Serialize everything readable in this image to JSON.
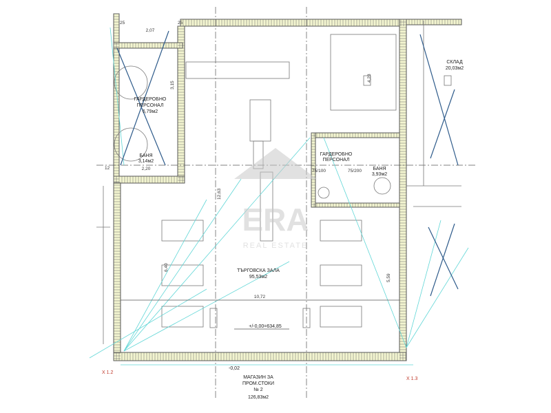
{
  "plan": {
    "left_room": {
      "name_line1": "ГАРДЕРОБНО",
      "name_line2": "ПЕРСОНАЛ",
      "area": "6,79м2"
    },
    "left_bath": {
      "name": "БАНЯ",
      "area": "3,14м2"
    },
    "main_hall": {
      "name": "ТЪРГОВСКА ЗАЛА",
      "area": "95,53м2"
    },
    "right_room": {
      "name_line1": "ГАРДЕРОБНО",
      "name_line2": "ПЕРСОНАЛ"
    },
    "right_bath": {
      "name": "БАНЯ",
      "area": "3,93м2"
    },
    "storage": {
      "name": "СКЛАД",
      "area": "20,03м2"
    },
    "shop": {
      "line1": "МАГАЗИН ЗА",
      "line2": "ПРОМ.СТОКИ",
      "line3": "№ 2",
      "area": "126,83м2"
    },
    "dimensions": {
      "d207": "2,07",
      "d315": "3,15",
      "d220": "2,20",
      "d1263": "12,63",
      "d1072": "10,72",
      "d640": "6,40",
      "d423": "4,23",
      "d559": "5,59",
      "wall25": "25",
      "wall12": "12"
    },
    "levels": {
      "zero": "+/-0,00=634,85",
      "entrance": "-0,02"
    },
    "axes": {
      "left": "X 1.2",
      "right": "X 1.3"
    },
    "door_marks": {
      "d75_100": "75/100",
      "d75_200": "75/200"
    }
  },
  "watermark": {
    "brand": "ERA",
    "tagline": "REAL ESTATE"
  },
  "colors": {
    "wall_fill": "#f3f5d0",
    "cyan_lines": "#5fd6d6",
    "diagonal_lines": "#2d5a8a",
    "watermark": "#c9c9c9"
  }
}
